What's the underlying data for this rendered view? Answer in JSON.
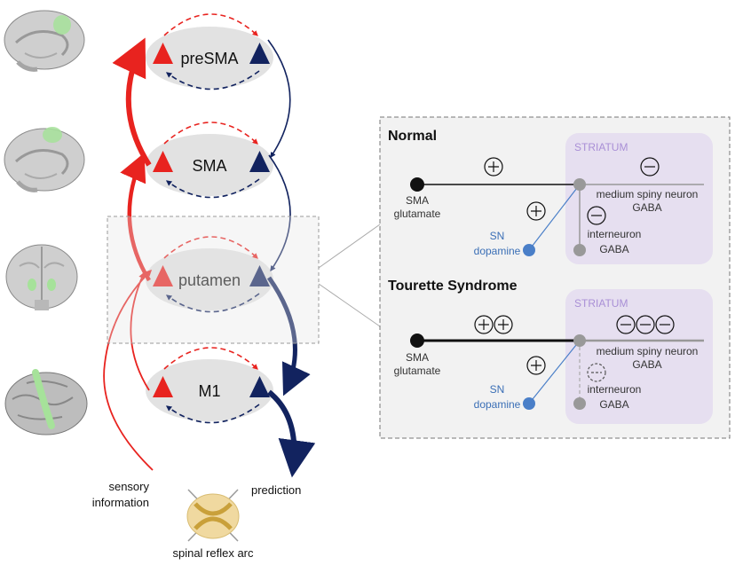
{
  "nodes": {
    "presma": "preSMA",
    "sma": "SMA",
    "putamen": "putamen",
    "m1": "M1"
  },
  "labels": {
    "sensory_line1": "sensory",
    "sensory_line2": "information",
    "prediction": "prediction",
    "spinal": "spinal reflex arc"
  },
  "panel": {
    "normal": {
      "title": "Normal",
      "striatum": "STRIATUM",
      "sma_line1": "SMA",
      "sma_line2": "glutamate",
      "sn_line1": "SN",
      "sn_line2": "dopamine",
      "msn_line1": "medium spiny neuron",
      "msn_line2": "GABA",
      "inter_line1": "interneuron",
      "inter_line2": "GABA"
    },
    "tourette": {
      "title": "Tourette Syndrome",
      "striatum": "STRIATUM",
      "sma_line1": "SMA",
      "sma_line2": "glutamate",
      "sn_line1": "SN",
      "sn_line2": "dopamine",
      "msn_line1": "medium spiny neuron",
      "msn_line2": "GABA",
      "inter_line1": "interneuron",
      "inter_line2": "GABA"
    }
  },
  "colors": {
    "excitatory": "#e8231f",
    "inhibitory": "#12235f",
    "node_fill": "#e2e2e2",
    "striatum_fill": "#e6dff0",
    "highlight": "#a6e29a",
    "dopamine": "#4a7fc8"
  },
  "icons": [
    "brain-sagittal-presma-icon",
    "brain-sagittal-sma-icon",
    "brain-coronal-putamen-icon",
    "brain-lateral-m1-icon",
    "spinal-cord-icon"
  ]
}
